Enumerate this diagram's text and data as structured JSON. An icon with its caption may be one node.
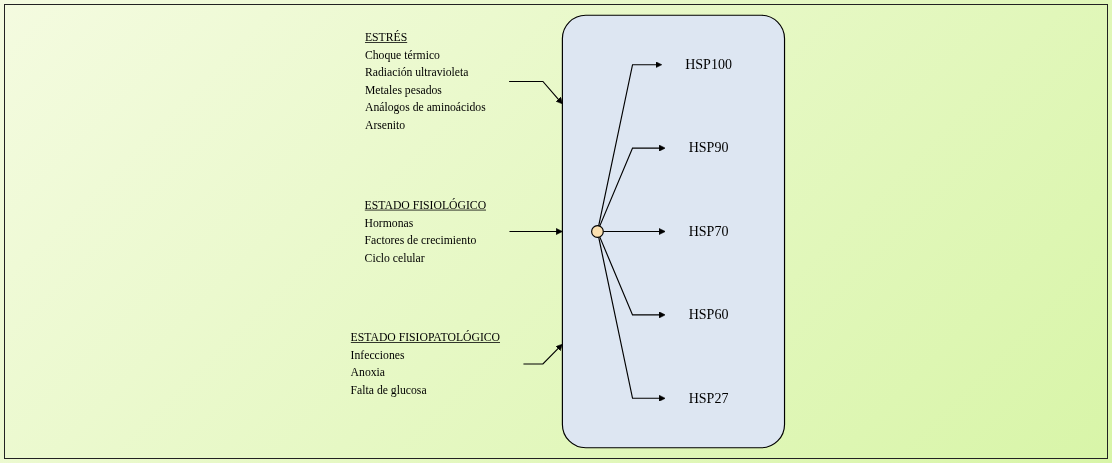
{
  "diagram": {
    "nodes": [
      {
        "text": [
          "ESTRÉS",
          "Choque térmico",
          "Radiación ultravioleta",
          "Metales pesados",
          "Análogos de aminoácidos",
          "Arsenito"
        ]
      },
      {
        "text": [
          "ESTADO FISIOLÓGICO",
          "Hormonas",
          "Factores de crecimiento",
          "Ciclo celular"
        ]
      },
      {
        "text": [
          "ESTADO FISIOPATOLÓGICO",
          "Infecciones",
          "Anoxia",
          "Falta de glucosa"
        ]
      },
      {
        "text": [],
        "shape": "box"
      },
      {
        "text": [],
        "shape": "ellipse",
        "in": 3
      },
      {
        "text": [
          "HSP100"
        ],
        "in": 3
      },
      {
        "text": [
          "HSP90"
        ],
        "in": 3
      },
      {
        "text": [
          "HSP70"
        ],
        "in": 3
      },
      {
        "text": [
          "HSP60"
        ],
        "in": 3
      },
      {
        "text": [
          "HSP27"
        ],
        "in": 3
      }
    ],
    "edges": [
      {
        "from": 0,
        "to": 3,
        "arrow": "to"
      },
      {
        "from": 1,
        "to": 3,
        "arrow": "to"
      },
      {
        "from": 2,
        "to": 3,
        "arrow": "to"
      },
      {
        "from": 4,
        "to": 5,
        "arrow": "to"
      },
      {
        "from": 4,
        "to": 6,
        "arrow": "to"
      },
      {
        "from": 4,
        "to": 7,
        "arrow": "to"
      },
      {
        "from": 4,
        "to": 8,
        "arrow": "to"
      },
      {
        "from": 4,
        "to": 9,
        "arrow": "to"
      }
    ]
  }
}
